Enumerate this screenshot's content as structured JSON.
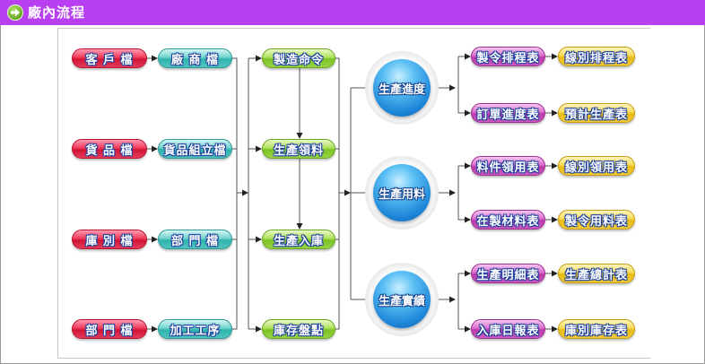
{
  "header": {
    "title": "廠內流程",
    "icon": "arrow-right-circle-icon"
  },
  "colors": {
    "titlebar": "#b840f0",
    "lines": "#555555"
  },
  "diagram": {
    "master_files": [
      {
        "label": "客 戶 檔",
        "next": "廠 商 檔"
      },
      {
        "label": "貨 品 檔",
        "next": "貨品組立檔"
      },
      {
        "label": "庫 別 檔",
        "next": "部 門 檔"
      },
      {
        "label": "部 門 檔",
        "next": "加工工序"
      }
    ],
    "operations": [
      {
        "label": "製造命令"
      },
      {
        "label": "生產領料"
      },
      {
        "label": "生產入庫"
      },
      {
        "label": "庫存盤點"
      }
    ],
    "hubs": [
      {
        "label": "生產進度",
        "reports": [
          {
            "label": "製令排程表",
            "next": "線別排程表"
          },
          {
            "label": "訂單進度表",
            "next": "預計生產表"
          }
        ]
      },
      {
        "label": "生產用料",
        "reports": [
          {
            "label": "料件領用表",
            "next": "線別領用表"
          },
          {
            "label": "在製材料表",
            "next": "製令用料表"
          }
        ]
      },
      {
        "label": "生產實績",
        "reports": [
          {
            "label": "生產明細表",
            "next": "生產總計表"
          },
          {
            "label": "入庫日報表",
            "next": "庫別庫存表"
          }
        ]
      }
    ]
  }
}
